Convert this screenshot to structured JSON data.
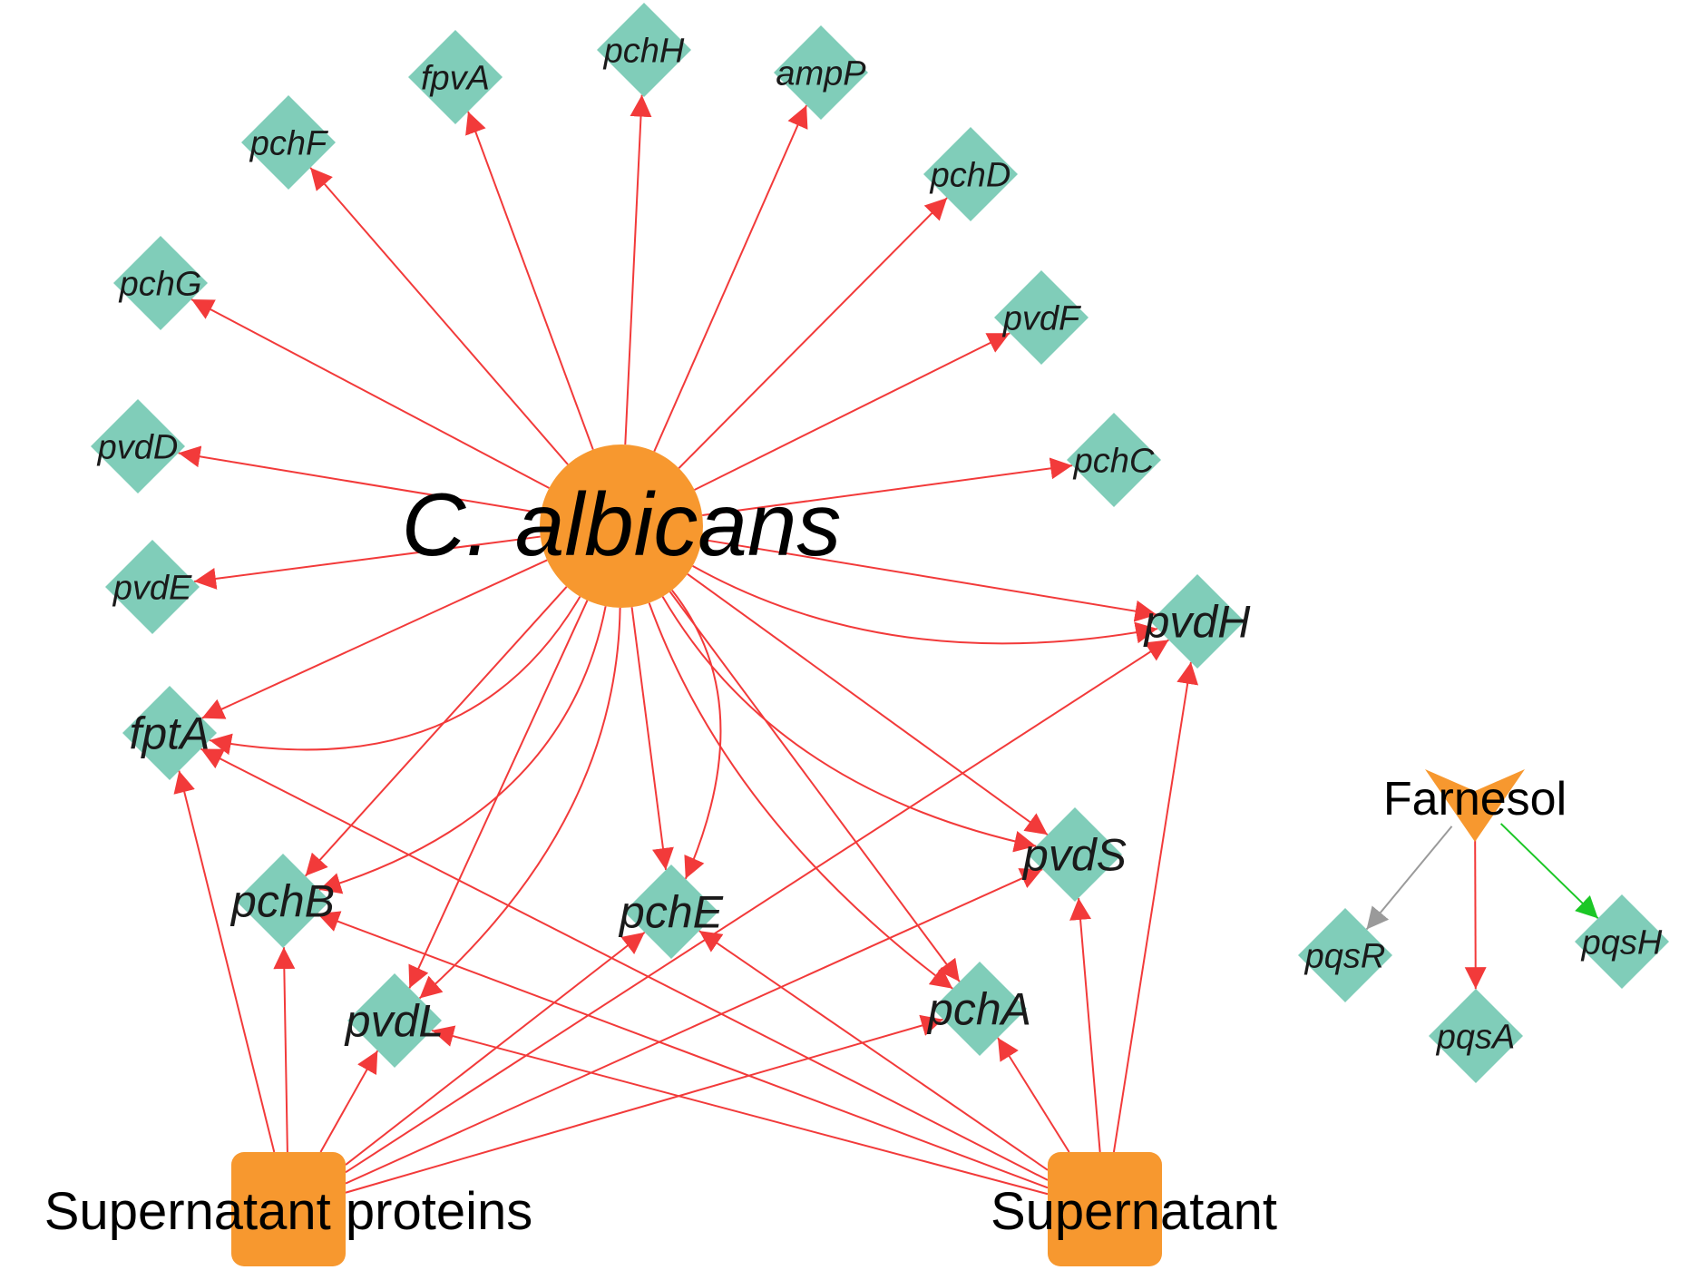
{
  "colors": {
    "gene_node": "#80CDB9",
    "hub_node": "#F7982F",
    "edge_up": "#F23A3A",
    "edge_neutral": "#9A9A9A",
    "edge_down": "#1BC726"
  },
  "nodes": [
    {
      "id": "calb",
      "label": "C. albicans",
      "italic": true,
      "shape": "circle"
    },
    {
      "id": "sup_prot",
      "label": "Supernatant proteins",
      "shape": "rounded-square"
    },
    {
      "id": "sup",
      "label": "Supernatant",
      "shape": "rounded-square"
    },
    {
      "id": "farnesol",
      "label": "Farnesol",
      "shape": "v-arrow"
    },
    {
      "id": "fpvA",
      "label": "fpvA",
      "italic": true,
      "shape": "diamond"
    },
    {
      "id": "pchH",
      "label": "pchH",
      "italic": true,
      "shape": "diamond"
    },
    {
      "id": "ampP",
      "label": "ampP",
      "italic": true,
      "shape": "diamond"
    },
    {
      "id": "pchF",
      "label": "pchF",
      "italic": true,
      "shape": "diamond"
    },
    {
      "id": "pchD",
      "label": "pchD",
      "italic": true,
      "shape": "diamond"
    },
    {
      "id": "pchG",
      "label": "pchG",
      "italic": true,
      "shape": "diamond"
    },
    {
      "id": "pvdF",
      "label": "pvdF",
      "italic": true,
      "shape": "diamond"
    },
    {
      "id": "pvdD",
      "label": "pvdD",
      "italic": true,
      "shape": "diamond"
    },
    {
      "id": "pchC",
      "label": "pchC",
      "italic": true,
      "shape": "diamond"
    },
    {
      "id": "pvdE",
      "label": "pvdE",
      "italic": true,
      "shape": "diamond"
    },
    {
      "id": "pvdH",
      "label": "pvdH",
      "italic": true,
      "shape": "diamond"
    },
    {
      "id": "fptA",
      "label": "fptA",
      "italic": true,
      "shape": "diamond"
    },
    {
      "id": "pvdS",
      "label": "pvdS",
      "italic": true,
      "shape": "diamond"
    },
    {
      "id": "pchB",
      "label": "pchB",
      "italic": true,
      "shape": "diamond"
    },
    {
      "id": "pchE",
      "label": "pchE",
      "italic": true,
      "shape": "diamond"
    },
    {
      "id": "pchA",
      "label": "pchA",
      "italic": true,
      "shape": "diamond"
    },
    {
      "id": "pvdL",
      "label": "pvdL",
      "italic": true,
      "shape": "diamond"
    },
    {
      "id": "pqsR",
      "label": "pqsR",
      "italic": true,
      "shape": "diamond"
    },
    {
      "id": "pqsA",
      "label": "pqsA",
      "italic": true,
      "shape": "diamond"
    },
    {
      "id": "pqsH",
      "label": "pqsH",
      "italic": true,
      "shape": "diamond"
    }
  ],
  "edges": [
    {
      "from": "calb",
      "to": "fpvA",
      "type": "up"
    },
    {
      "from": "calb",
      "to": "pchH",
      "type": "up"
    },
    {
      "from": "calb",
      "to": "ampP",
      "type": "up"
    },
    {
      "from": "calb",
      "to": "pchF",
      "type": "up"
    },
    {
      "from": "calb",
      "to": "pchD",
      "type": "up"
    },
    {
      "from": "calb",
      "to": "pchG",
      "type": "up"
    },
    {
      "from": "calb",
      "to": "pvdF",
      "type": "up"
    },
    {
      "from": "calb",
      "to": "pvdD",
      "type": "up"
    },
    {
      "from": "calb",
      "to": "pchC",
      "type": "up"
    },
    {
      "from": "calb",
      "to": "pvdE",
      "type": "up"
    },
    {
      "from": "calb",
      "to": "pvdH",
      "type": "up"
    },
    {
      "from": "calb",
      "to": "pvdH",
      "type": "up"
    },
    {
      "from": "calb",
      "to": "fptA",
      "type": "up"
    },
    {
      "from": "calb",
      "to": "fptA",
      "type": "up"
    },
    {
      "from": "calb",
      "to": "pvdS",
      "type": "up"
    },
    {
      "from": "calb",
      "to": "pvdS",
      "type": "up"
    },
    {
      "from": "calb",
      "to": "pchB",
      "type": "up"
    },
    {
      "from": "calb",
      "to": "pchB",
      "type": "up"
    },
    {
      "from": "calb",
      "to": "pchE",
      "type": "up"
    },
    {
      "from": "calb",
      "to": "pchE",
      "type": "up"
    },
    {
      "from": "calb",
      "to": "pchA",
      "type": "up"
    },
    {
      "from": "calb",
      "to": "pchA",
      "type": "up"
    },
    {
      "from": "calb",
      "to": "pvdL",
      "type": "up"
    },
    {
      "from": "calb",
      "to": "pvdL",
      "type": "up"
    },
    {
      "from": "sup_prot",
      "to": "fptA",
      "type": "up"
    },
    {
      "from": "sup_prot",
      "to": "pchB",
      "type": "up"
    },
    {
      "from": "sup_prot",
      "to": "pvdL",
      "type": "up"
    },
    {
      "from": "sup_prot",
      "to": "pchE",
      "type": "up"
    },
    {
      "from": "sup_prot",
      "to": "pvdS",
      "type": "up"
    },
    {
      "from": "sup_prot",
      "to": "pchA",
      "type": "up"
    },
    {
      "from": "sup_prot",
      "to": "pvdH",
      "type": "up"
    },
    {
      "from": "sup",
      "to": "pvdH",
      "type": "up"
    },
    {
      "from": "sup",
      "to": "pvdS",
      "type": "up"
    },
    {
      "from": "sup",
      "to": "pchA",
      "type": "up"
    },
    {
      "from": "sup",
      "to": "pchE",
      "type": "up"
    },
    {
      "from": "sup",
      "to": "pvdL",
      "type": "up"
    },
    {
      "from": "sup",
      "to": "pchB",
      "type": "up"
    },
    {
      "from": "sup",
      "to": "fptA",
      "type": "up"
    },
    {
      "from": "farnesol",
      "to": "pqsR",
      "type": "neutral"
    },
    {
      "from": "farnesol",
      "to": "pqsA",
      "type": "up"
    },
    {
      "from": "farnesol",
      "to": "pqsH",
      "type": "down"
    }
  ]
}
